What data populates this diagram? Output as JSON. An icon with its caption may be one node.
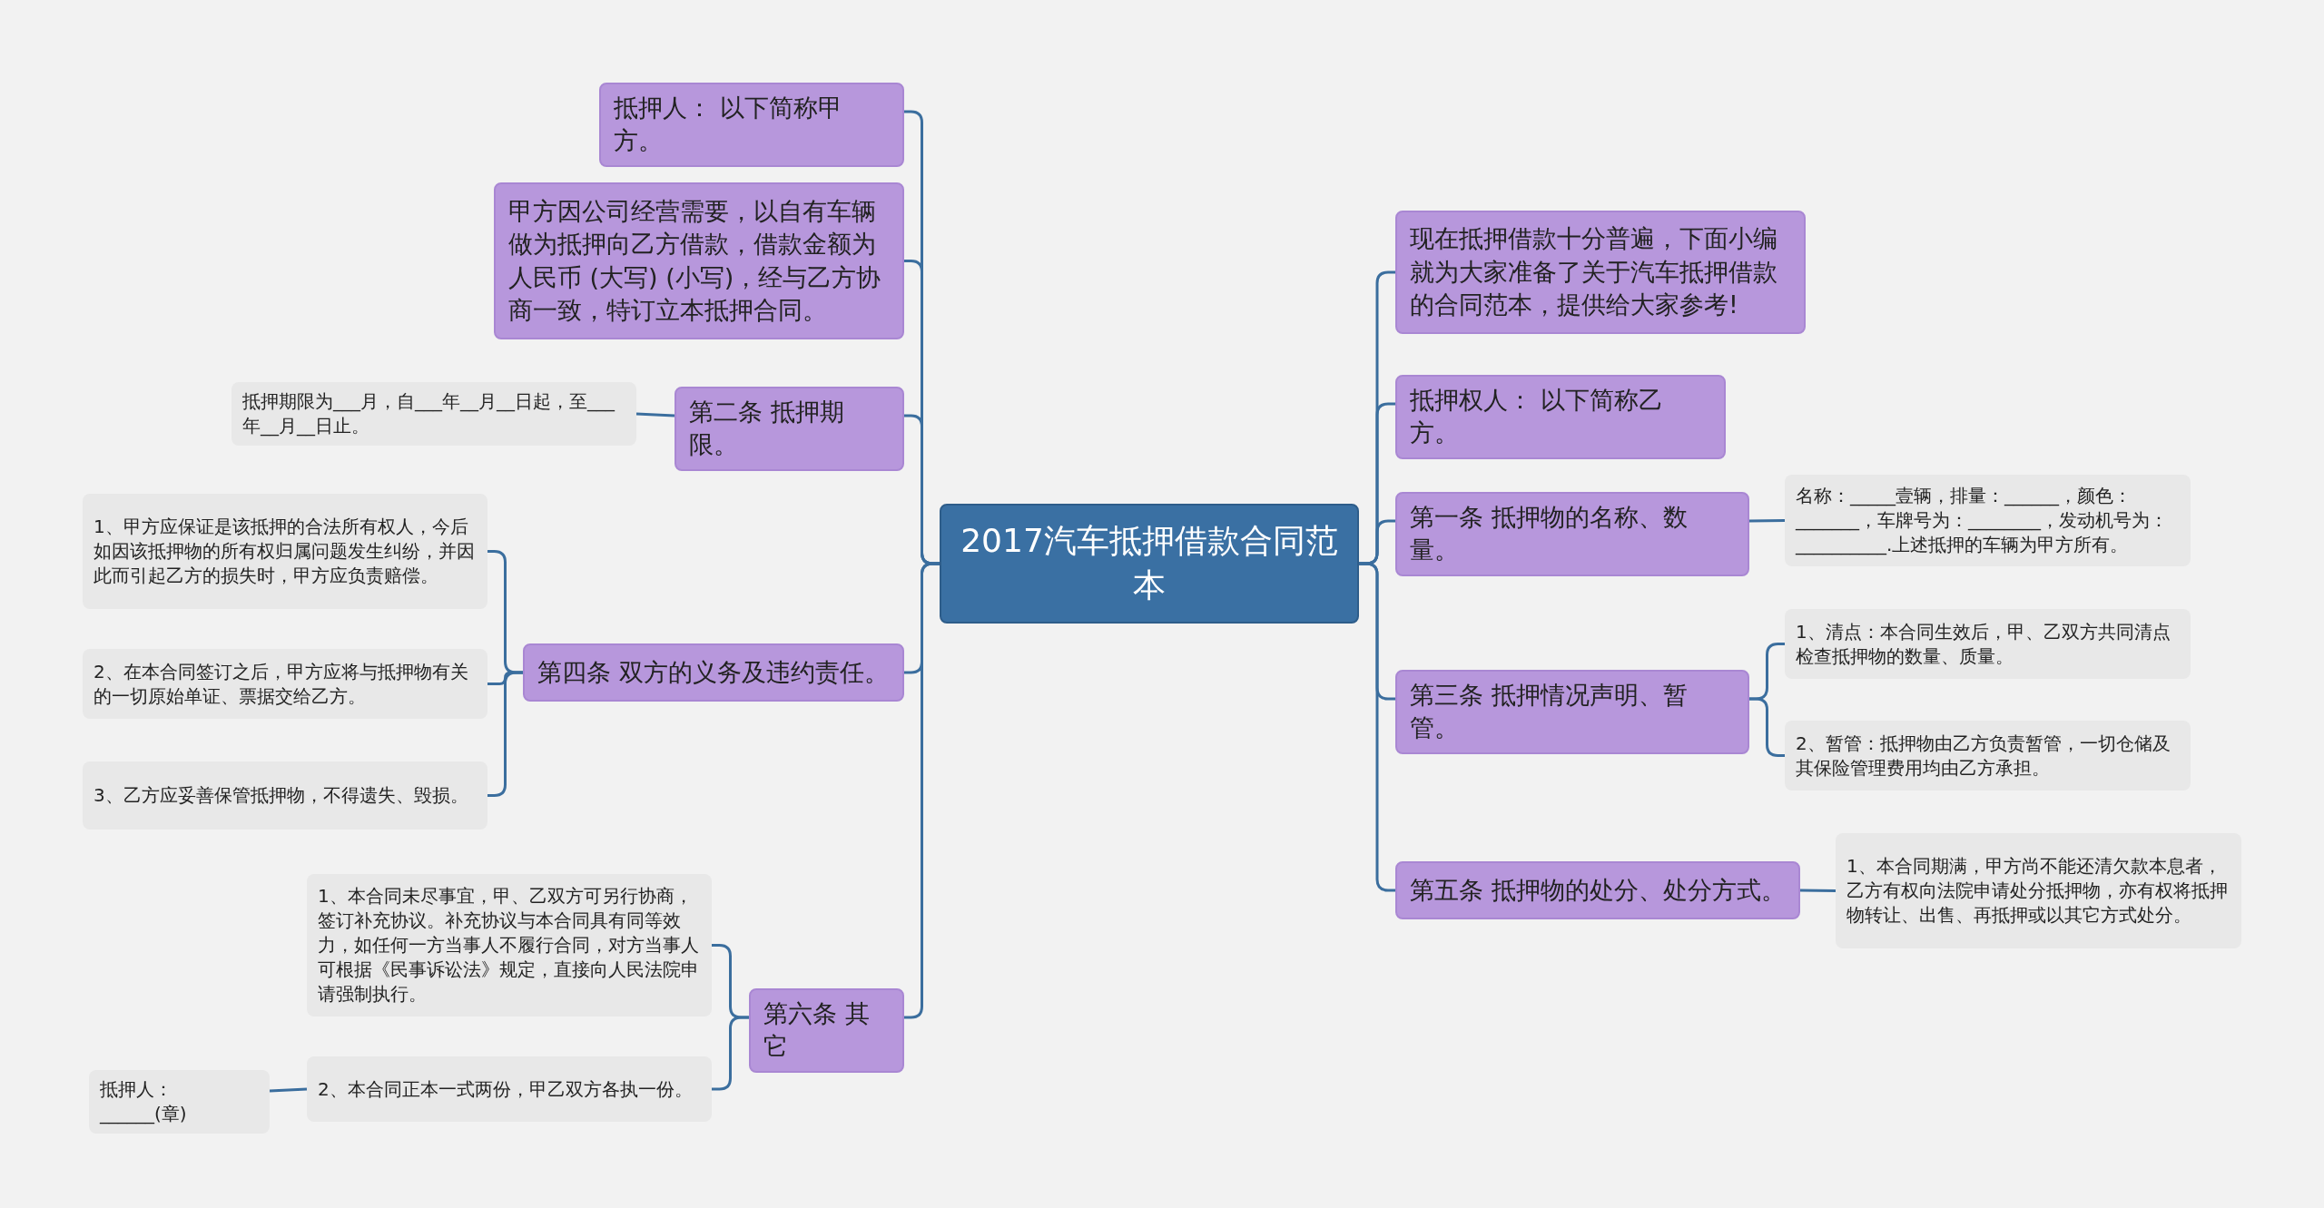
{
  "diagram": {
    "nodes": [
      {
        "text": [
          "2017汽车抵押借款合同范本"
        ]
      },
      {
        "text": [
          "抵押人： 以下简称甲方。"
        ]
      },
      {
        "text": [
          "甲方因公司经营需要，以自有车辆做为抵押向乙方借款，借款金额为人民币 (大写) (小写)，经与乙方协商一致，特订立本抵押合同。"
        ]
      },
      {
        "text": [
          "第二条 抵押期限。"
        ]
      },
      {
        "text": [
          "抵押期限为___月，自___年__月__日起，至___年__月__日止。"
        ]
      },
      {
        "text": [
          "第四条 双方的义务及违约责任。"
        ]
      },
      {
        "text": [
          "1、甲方应保证是该抵押的合法所有权人，今后如因该抵押物的所有权归属问题发生纠纷，并因此而引起乙方的损失时，甲方应负责赔偿。"
        ]
      },
      {
        "text": [
          "2、在本合同签订之后，甲方应将与抵押物有关的一切原始单证、票据交给乙方。"
        ]
      },
      {
        "text": [
          "3、乙方应妥善保管抵押物，不得遗失、毁损。"
        ]
      },
      {
        "text": [
          "第六条 其它"
        ]
      },
      {
        "text": [
          "1、本合同未尽事宜，甲、乙双方可另行协商，签订补充协议。补充协议与本合同具有同等效力，如任何一方当事人不履行合同，对方当事人可根据《民事诉讼法》规定，直接向人民法院申请强制执行。"
        ]
      },
      {
        "text": [
          "2、本合同正本一式两份，甲乙双方各执一份。"
        ]
      },
      {
        "text": [
          "抵押人：______(章)"
        ]
      },
      {
        "text": [
          "现在抵押借款十分普遍，下面小编就为大家准备了关于汽车抵押借款的合同范本，提供给大家参考!"
        ]
      },
      {
        "text": [
          "抵押权人： 以下简称乙方。"
        ]
      },
      {
        "text": [
          "第一条 抵押物的名称、数量。"
        ]
      },
      {
        "text": [
          "名称：_____壹辆，排量：______，颜色：_______，车牌号为：________，发动机号为：__________.上述抵押的车辆为甲方所有。"
        ]
      },
      {
        "text": [
          "第三条 抵押情况声明、暂管。"
        ]
      },
      {
        "text": [
          "1、清点：本合同生效后，甲、乙双方共同清点检查抵押物的数量、质量。"
        ]
      },
      {
        "text": [
          "2、暂管：抵押物由乙方负责暂管，一切仓储及其保险管理费用均由乙方承担。"
        ]
      },
      {
        "text": [
          "第五条 抵押物的处分、处分方式。"
        ]
      },
      {
        "text": [
          "1、本合同期满，甲方尚不能还清欠款本息者，乙方有权向法院申请处分抵押物，亦有权将抵押物转让、出售、再抵押或以其它方式处分。"
        ]
      }
    ],
    "edges": [
      {
        "from": 0,
        "to": 1,
        "arrow": "none"
      },
      {
        "from": 0,
        "to": 2,
        "arrow": "none"
      },
      {
        "from": 0,
        "to": 3,
        "arrow": "none"
      },
      {
        "from": 3,
        "to": 4,
        "arrow": "none"
      },
      {
        "from": 0,
        "to": 5,
        "arrow": "none"
      },
      {
        "from": 5,
        "to": 6,
        "arrow": "none"
      },
      {
        "from": 5,
        "to": 7,
        "arrow": "none"
      },
      {
        "from": 5,
        "to": 8,
        "arrow": "none"
      },
      {
        "from": 0,
        "to": 9,
        "arrow": "none"
      },
      {
        "from": 9,
        "to": 10,
        "arrow": "none"
      },
      {
        "from": 9,
        "to": 11,
        "arrow": "none"
      },
      {
        "from": 11,
        "to": 12,
        "arrow": "none"
      },
      {
        "from": 0,
        "to": 13,
        "arrow": "none"
      },
      {
        "from": 0,
        "to": 14,
        "arrow": "none"
      },
      {
        "from": 0,
        "to": 15,
        "arrow": "none"
      },
      {
        "from": 15,
        "to": 16,
        "arrow": "none"
      },
      {
        "from": 0,
        "to": 17,
        "arrow": "none"
      },
      {
        "from": 17,
        "to": 18,
        "arrow": "none"
      },
      {
        "from": 17,
        "to": 19,
        "arrow": "none"
      },
      {
        "from": 0,
        "to": 20,
        "arrow": "none"
      },
      {
        "from": 20,
        "to": 21,
        "arrow": "none"
      }
    ]
  }
}
